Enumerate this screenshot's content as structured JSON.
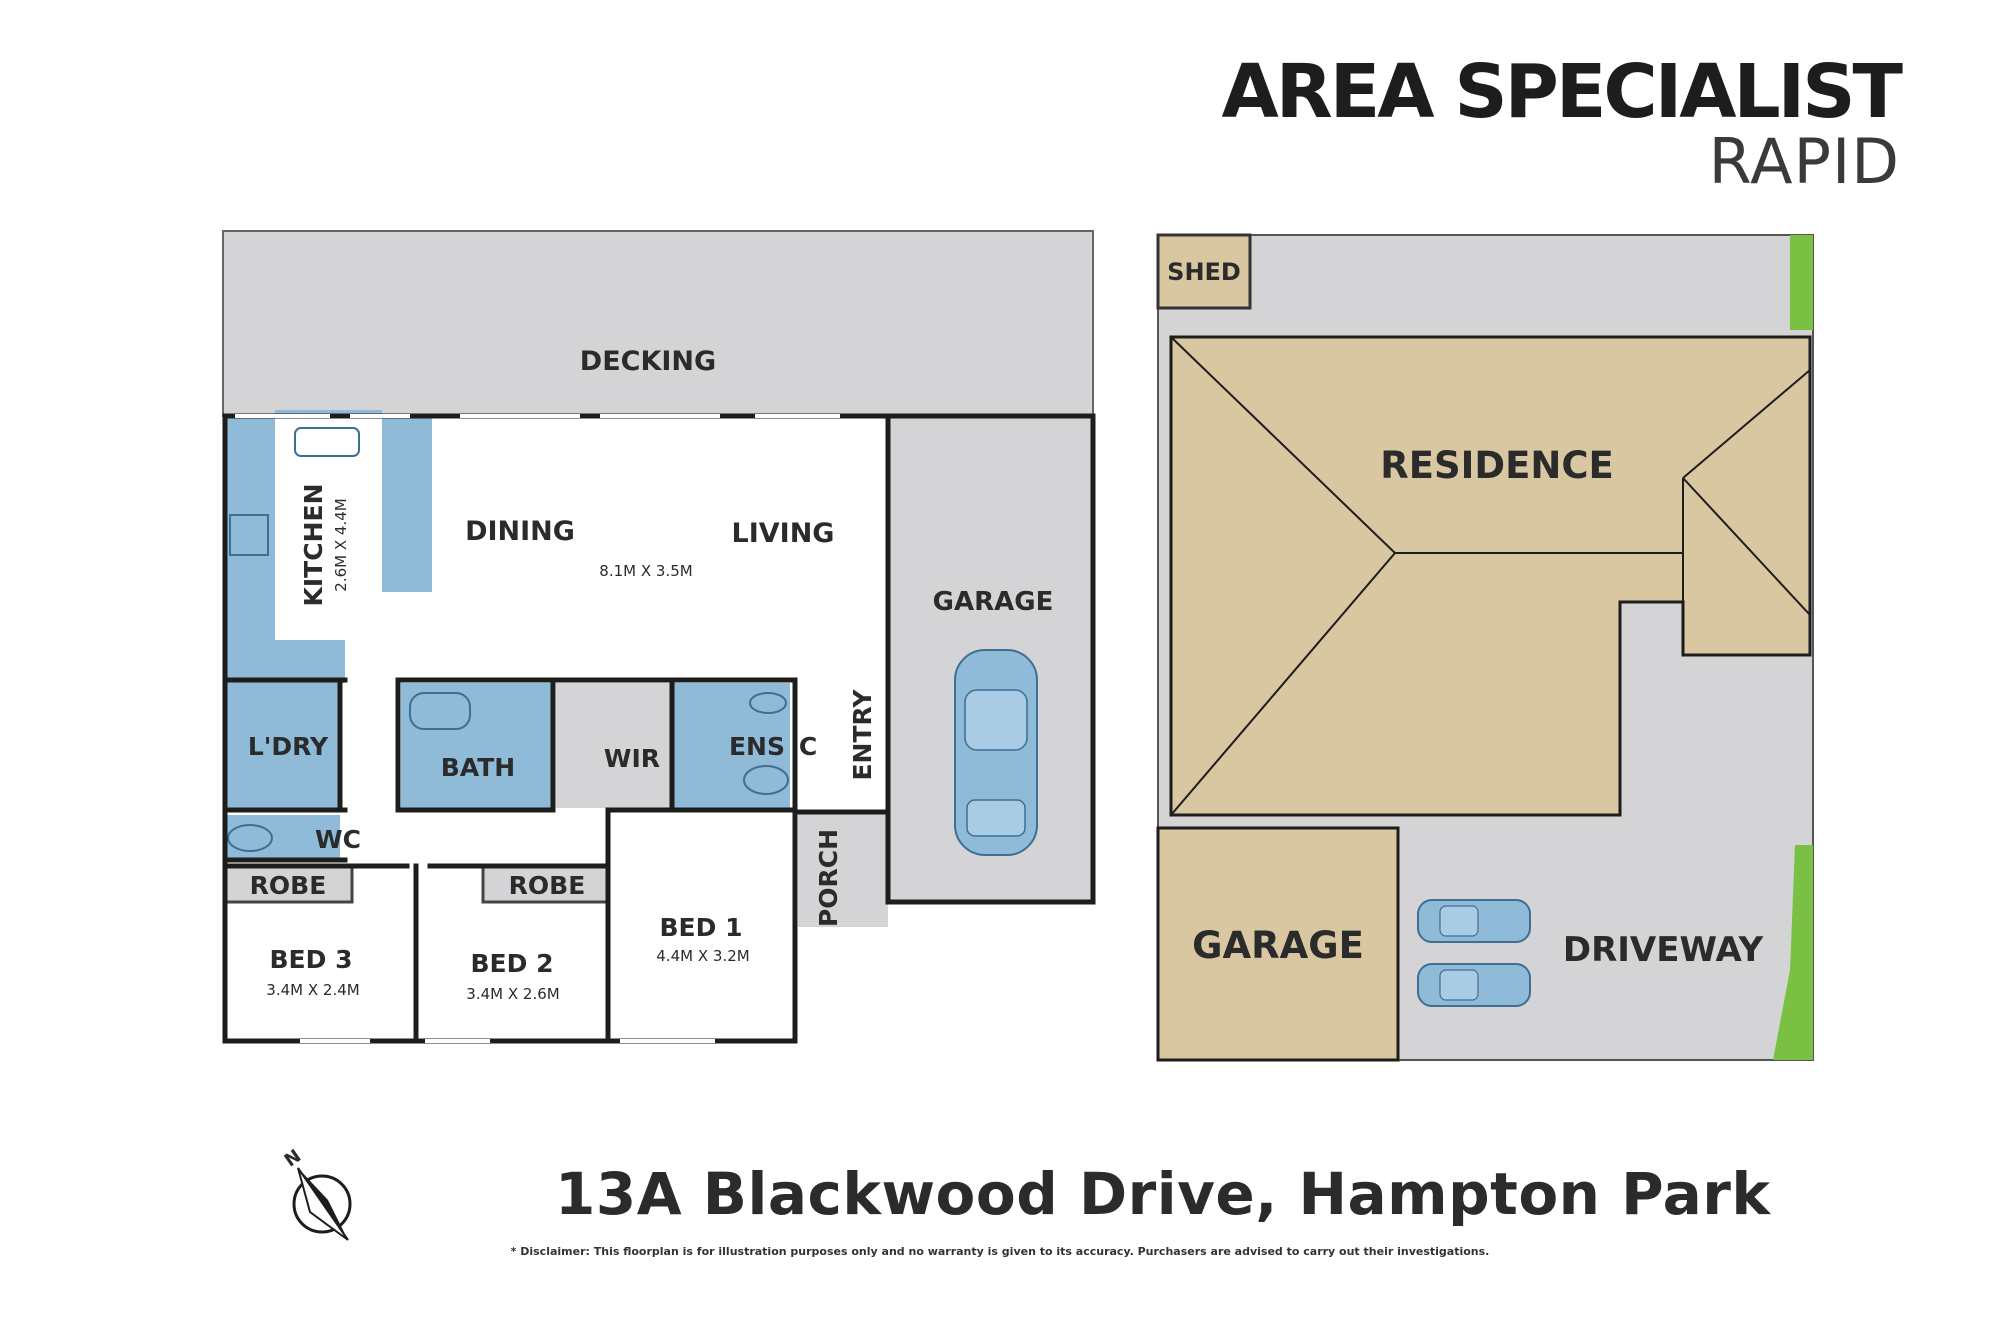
{
  "logo": {
    "main": "AREA SPECIALIST",
    "sub": "RAPID"
  },
  "floorplan": {
    "decking": "DECKING",
    "kitchen": {
      "name": "KITCHEN",
      "dims": "2.6M X 4.4M"
    },
    "dining": "DINING",
    "living": "LIVING",
    "living_dims": "8.1M X 3.5M",
    "garage": "GARAGE",
    "laundry": "L'DRY",
    "bath": "BATH",
    "wir": "WIR",
    "ens": "ENS",
    "cupboard": "C",
    "entry": "ENTRY",
    "wc": "WC",
    "robe_1": "ROBE",
    "robe_2": "ROBE",
    "porch": "PORCH",
    "bed3": {
      "name": "BED 3",
      "dims": "3.4M X 2.4M"
    },
    "bed2": {
      "name": "BED 2",
      "dims": "3.4M X 2.6M"
    },
    "bed1": {
      "name": "BED 1",
      "dims": "4.4M X 3.2M"
    }
  },
  "siteplan": {
    "shed": "SHED",
    "residence": "RESIDENCE",
    "garage": "GARAGE",
    "driveway": "DRIVEWAY"
  },
  "compass": {
    "letter": "N"
  },
  "address": "13A Blackwood Drive, Hampton Park",
  "disclaimer": "* Disclaimer: This floorplan is for illustration purposes only and no warranty is given to its accuracy. Purchasers are advised to carry out their investigations.",
  "colors": {
    "wet_area": "#8fbad8",
    "outdoor": "#d4d4d6",
    "roof": "#d8c7a0",
    "grass": "#7ac143",
    "wall": "#1d1d1b"
  }
}
